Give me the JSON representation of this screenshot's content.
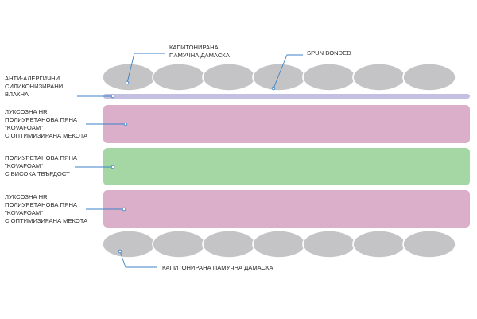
{
  "colors": {
    "damask": "#c4c4c6",
    "damask_stroke": "#ffffff",
    "spunbond": "#c3c0e1",
    "comfort_foam": "#dbafc9",
    "firm_foam": "#a5d7a5",
    "leader_line": "#3c82c8",
    "text": "#2b2b2b"
  },
  "labels": {
    "top_damask": [
      "КАПИТОНИРАНА",
      "ПАМУЧНА ДАМАСКА"
    ],
    "spun_bonded": [
      "SPUN BONDED"
    ],
    "fibers": [
      "АНТИ-АЛЕРГИЧНИ",
      "СИЛИКОНИЗИРАНИ",
      "ВЛАКНА"
    ],
    "top_comfort_foam": [
      "ЛУКСОЗНА HR",
      "ПОЛИУРЕТАНОВА ПЯНА",
      "\"KOVAFOAM\"",
      "С ОПТИМИЗИРАНА МЕКОТА"
    ],
    "firm_foam": [
      "ПОЛИУРЕТАНОВА ПЯНА",
      "\"KOVAFOAM\"",
      "С ВИСОКА ТВЪРДОСТ"
    ],
    "bottom_comfort_foam": [
      "ЛУКСОЗНА HR",
      "ПОЛИУРЕТАНОВА ПЯНА",
      "\"KOVAFOAM\"",
      "С ОПТИМИЗИРАНА МЕКОТА"
    ],
    "bottom_damask": [
      "КАПИТОНИРАНА ПАМУЧНА ДАМАСКА"
    ]
  }
}
